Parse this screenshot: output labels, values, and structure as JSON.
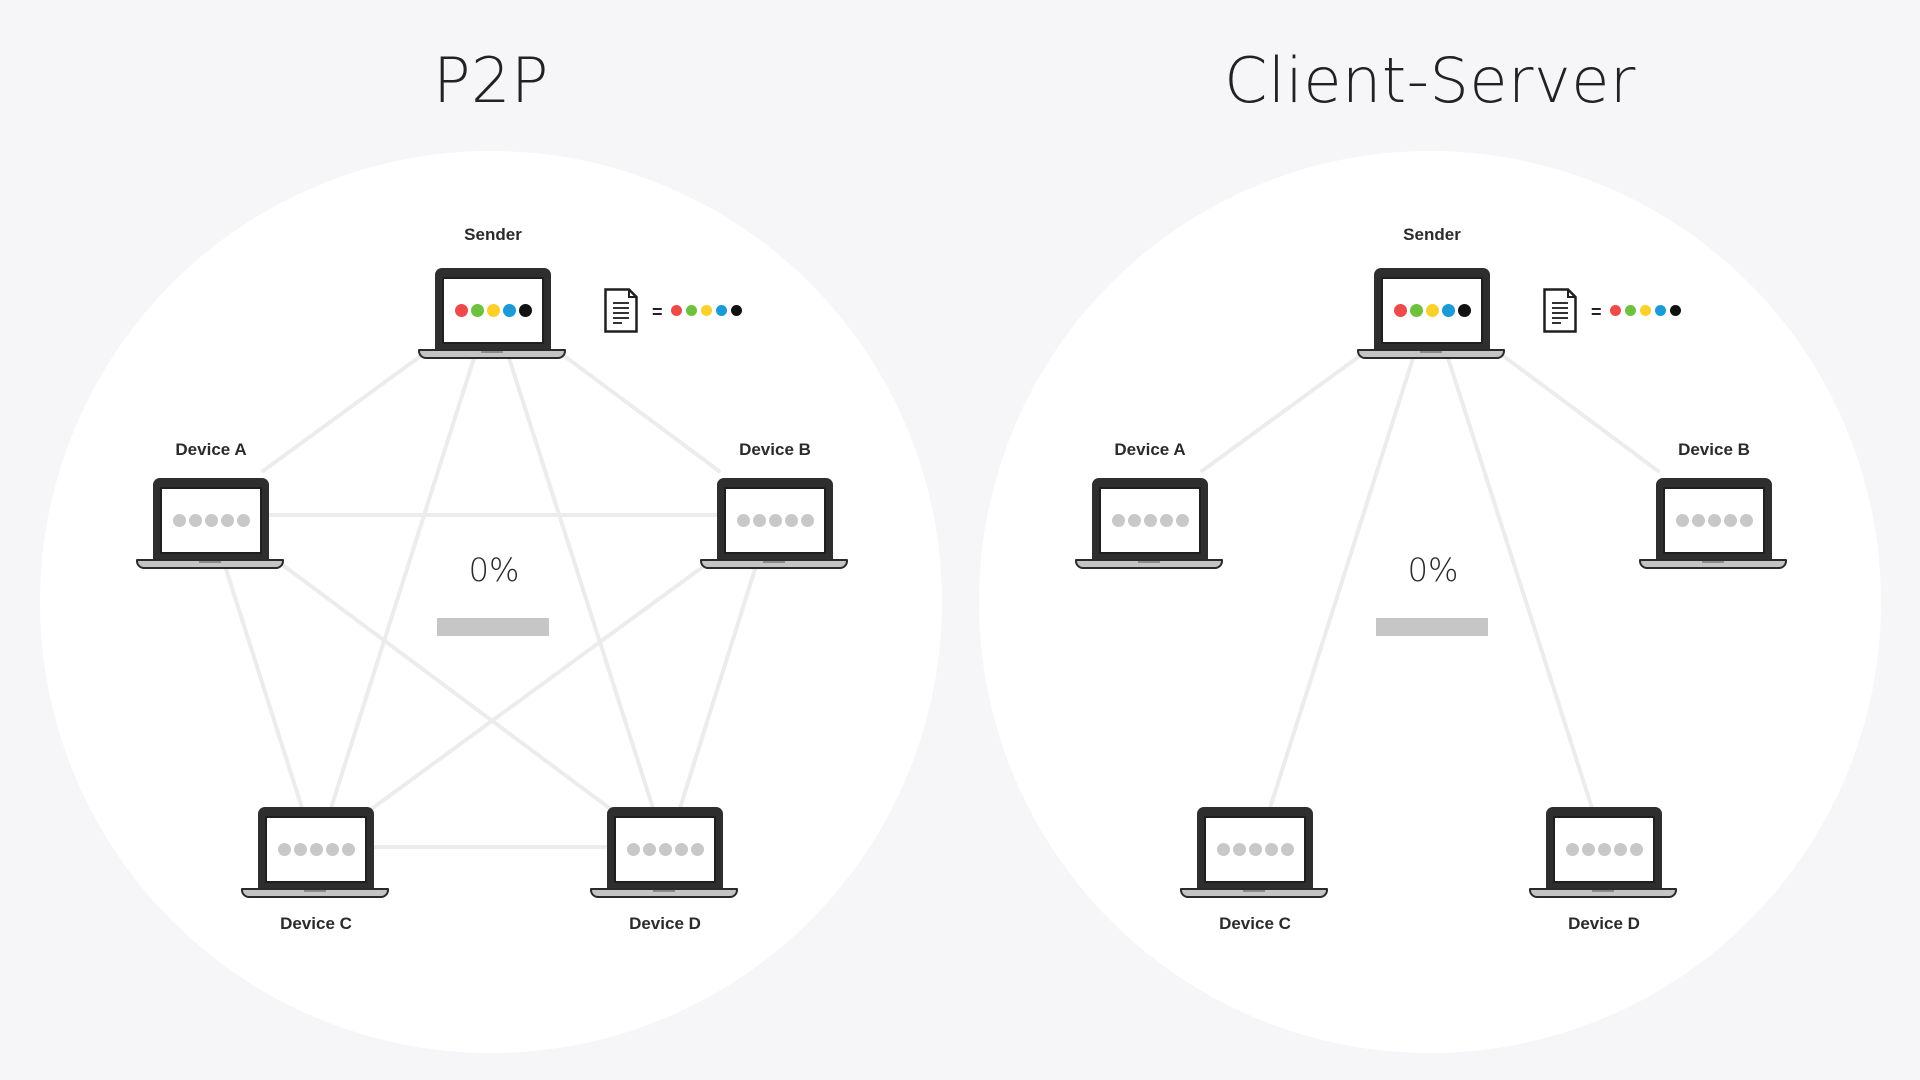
{
  "colors": {
    "background": "#f6f6f8",
    "circle": "#ffffff",
    "link": "#ececec",
    "progress_track": "#c6c6c6",
    "data_dots": [
      "#ef4a4a",
      "#6dc13e",
      "#fbd02b",
      "#1a9ad6",
      "#111111"
    ],
    "empty_dot": "#c8c8c8"
  },
  "panels": [
    {
      "title": "P2P",
      "sender": {
        "label": "Sender",
        "icon": "laptop-icon",
        "dots": [
          "#ef4a4a",
          "#6dc13e",
          "#fbd02b",
          "#1a9ad6",
          "#111111"
        ]
      },
      "legend": {
        "icon": "document-icon",
        "equals": "=",
        "dots": [
          "#ef4a4a",
          "#6dc13e",
          "#fbd02b",
          "#1a9ad6",
          "#111111"
        ]
      },
      "devices": [
        {
          "label": "Device A"
        },
        {
          "label": "Device B"
        },
        {
          "label": "Device C"
        },
        {
          "label": "Device D"
        }
      ],
      "progress": {
        "text": "0%",
        "value": 0
      },
      "links": [
        "Sender-Device A",
        "Sender-Device B",
        "Sender-Device C",
        "Sender-Device D",
        "Device A-Device B",
        "Device A-Device C",
        "Device A-Device D",
        "Device B-Device C",
        "Device B-Device D",
        "Device C-Device D"
      ]
    },
    {
      "title": "Client-Server",
      "sender": {
        "label": "Sender",
        "icon": "laptop-icon",
        "dots": [
          "#ef4a4a",
          "#6dc13e",
          "#fbd02b",
          "#1a9ad6",
          "#111111"
        ]
      },
      "legend": {
        "icon": "document-icon",
        "equals": "=",
        "dots": [
          "#ef4a4a",
          "#6dc13e",
          "#fbd02b",
          "#1a9ad6",
          "#111111"
        ]
      },
      "devices": [
        {
          "label": "Device A"
        },
        {
          "label": "Device B"
        },
        {
          "label": "Device C"
        },
        {
          "label": "Device D"
        }
      ],
      "progress": {
        "text": "0%",
        "value": 0
      },
      "links": [
        "Sender-Device A",
        "Sender-Device B",
        "Sender-Device C",
        "Sender-Device D"
      ]
    }
  ]
}
